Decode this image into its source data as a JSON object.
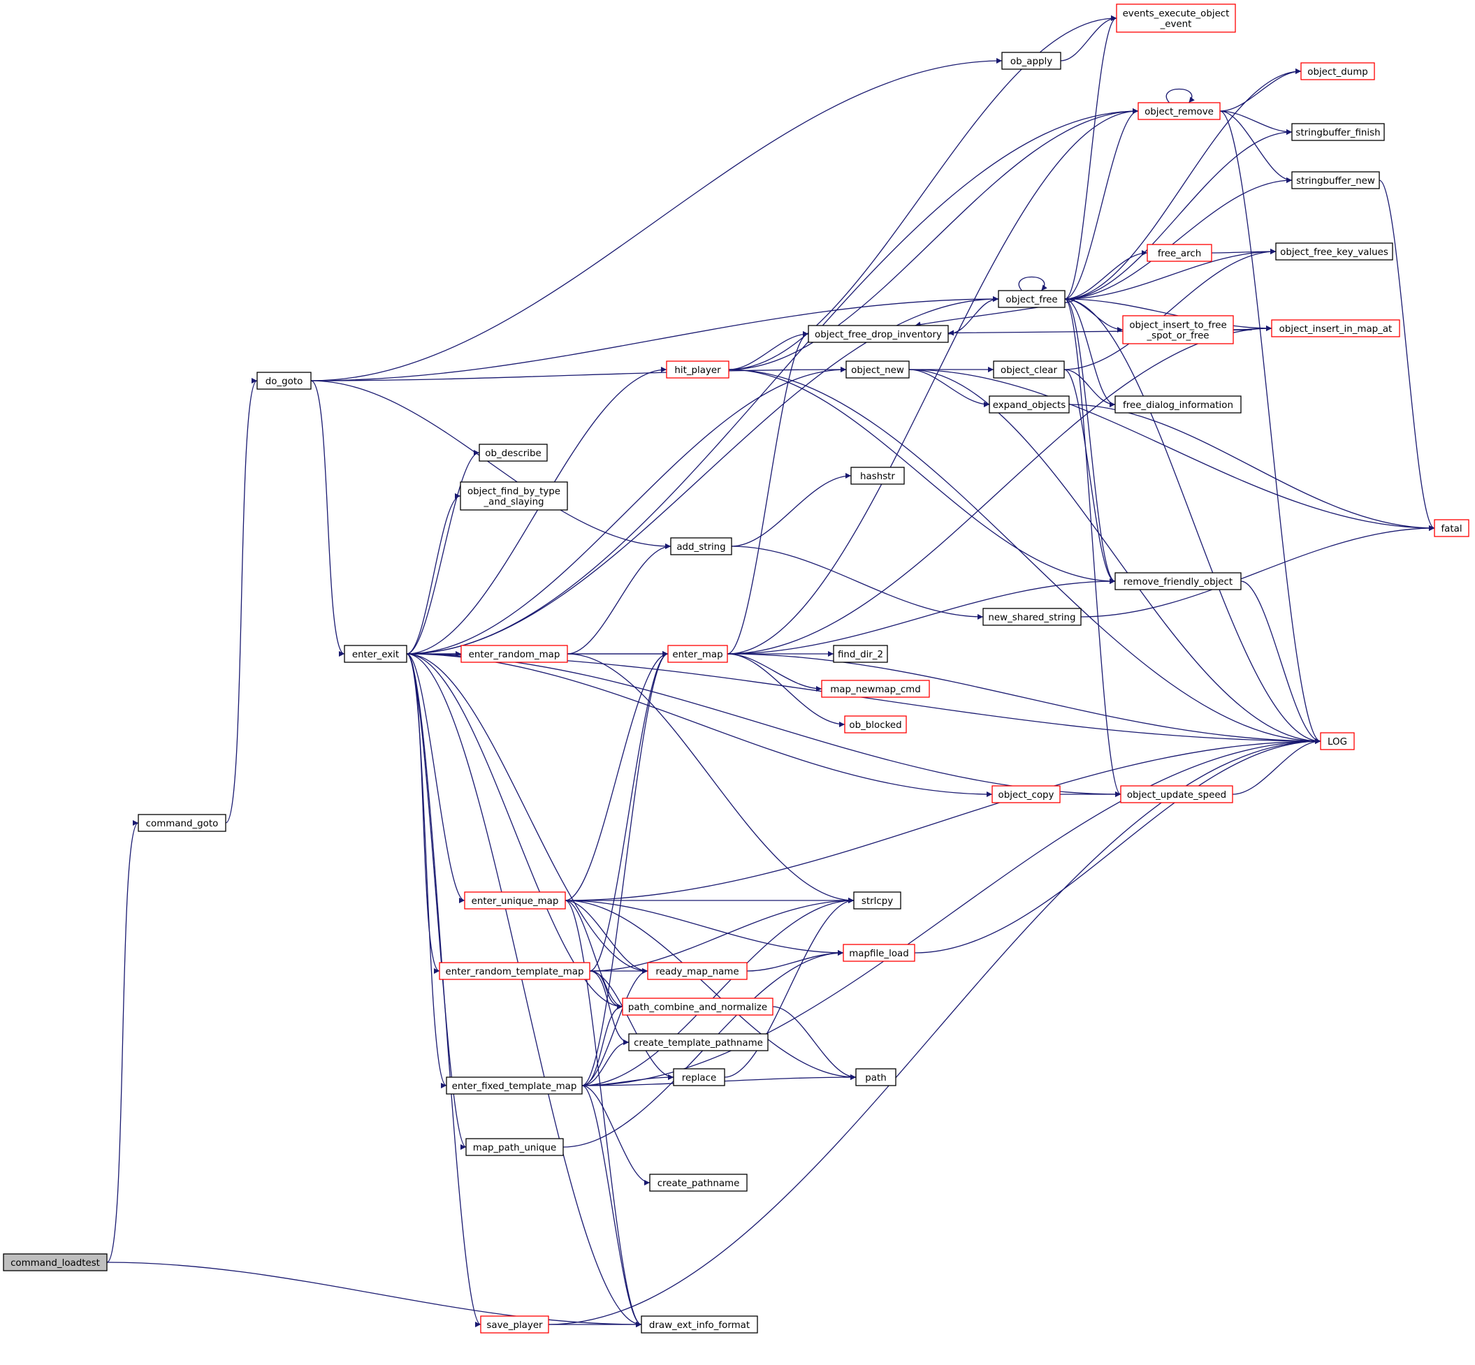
{
  "colors": {
    "edge": "#191970",
    "node_border_normal": "#000000",
    "node_border_truncated": "#ff0000",
    "root_fill": "#bfbfbf"
  },
  "nodes": [
    {
      "id": "command_loadtest",
      "lines": [
        "command_loadtest"
      ],
      "style": "root"
    },
    {
      "id": "command_goto",
      "lines": [
        "command_goto"
      ],
      "style": "black"
    },
    {
      "id": "do_goto",
      "lines": [
        "do_goto"
      ],
      "style": "black"
    },
    {
      "id": "enter_exit",
      "lines": [
        "enter_exit"
      ],
      "style": "black"
    },
    {
      "id": "ob_apply",
      "lines": [
        "ob_apply"
      ],
      "style": "black"
    },
    {
      "id": "events_execute_object_event",
      "lines": [
        "events_execute_object",
        "_event"
      ],
      "style": "red"
    },
    {
      "id": "object_dump",
      "lines": [
        "object_dump"
      ],
      "style": "red"
    },
    {
      "id": "object_remove",
      "lines": [
        "object_remove"
      ],
      "style": "red"
    },
    {
      "id": "stringbuffer_finish",
      "lines": [
        "stringbuffer_finish"
      ],
      "style": "black"
    },
    {
      "id": "stringbuffer_new",
      "lines": [
        "stringbuffer_new"
      ],
      "style": "black"
    },
    {
      "id": "free_arch",
      "lines": [
        "free_arch"
      ],
      "style": "red"
    },
    {
      "id": "object_free_key_values",
      "lines": [
        "object_free_key_values"
      ],
      "style": "black"
    },
    {
      "id": "object_free",
      "lines": [
        "object_free"
      ],
      "style": "black"
    },
    {
      "id": "object_free_drop_inventory",
      "lines": [
        "object_free_drop_inventory"
      ],
      "style": "black"
    },
    {
      "id": "object_insert_to_free_spot_or_free",
      "lines": [
        "object_insert_to_free",
        "_spot_or_free"
      ],
      "style": "red"
    },
    {
      "id": "object_insert_in_map_at",
      "lines": [
        "object_insert_in_map_at"
      ],
      "style": "red"
    },
    {
      "id": "hit_player",
      "lines": [
        "hit_player"
      ],
      "style": "red"
    },
    {
      "id": "object_new",
      "lines": [
        "object_new"
      ],
      "style": "black"
    },
    {
      "id": "object_clear",
      "lines": [
        "object_clear"
      ],
      "style": "black"
    },
    {
      "id": "free_dialog_information",
      "lines": [
        "free_dialog_information"
      ],
      "style": "black"
    },
    {
      "id": "expand_objects",
      "lines": [
        "expand_objects"
      ],
      "style": "black"
    },
    {
      "id": "ob_describe",
      "lines": [
        "ob_describe"
      ],
      "style": "black"
    },
    {
      "id": "object_find_by_type_and_slaying",
      "lines": [
        "object_find_by_type",
        "_and_slaying"
      ],
      "style": "black"
    },
    {
      "id": "hashstr",
      "lines": [
        "hashstr"
      ],
      "style": "black"
    },
    {
      "id": "add_string",
      "lines": [
        "add_string"
      ],
      "style": "black"
    },
    {
      "id": "fatal",
      "lines": [
        "fatal"
      ],
      "style": "red"
    },
    {
      "id": "remove_friendly_object",
      "lines": [
        "remove_friendly_object"
      ],
      "style": "black"
    },
    {
      "id": "new_shared_string",
      "lines": [
        "new_shared_string"
      ],
      "style": "black"
    },
    {
      "id": "enter_random_map",
      "lines": [
        "enter_random_map"
      ],
      "style": "red"
    },
    {
      "id": "enter_map",
      "lines": [
        "enter_map"
      ],
      "style": "red"
    },
    {
      "id": "find_dir_2",
      "lines": [
        "find_dir_2"
      ],
      "style": "black"
    },
    {
      "id": "map_newmap_cmd",
      "lines": [
        "map_newmap_cmd"
      ],
      "style": "red"
    },
    {
      "id": "ob_blocked",
      "lines": [
        "ob_blocked"
      ],
      "style": "red"
    },
    {
      "id": "LOG",
      "lines": [
        "LOG"
      ],
      "style": "red"
    },
    {
      "id": "object_copy",
      "lines": [
        "object_copy"
      ],
      "style": "red"
    },
    {
      "id": "object_update_speed",
      "lines": [
        "object_update_speed"
      ],
      "style": "red"
    },
    {
      "id": "enter_unique_map",
      "lines": [
        "enter_unique_map"
      ],
      "style": "red"
    },
    {
      "id": "strlcpy",
      "lines": [
        "strlcpy"
      ],
      "style": "black"
    },
    {
      "id": "mapfile_load",
      "lines": [
        "mapfile_load"
      ],
      "style": "red"
    },
    {
      "id": "enter_random_template_map",
      "lines": [
        "enter_random_template_map"
      ],
      "style": "red"
    },
    {
      "id": "ready_map_name",
      "lines": [
        "ready_map_name"
      ],
      "style": "red"
    },
    {
      "id": "path_combine_and_normalize",
      "lines": [
        "path_combine_and_normalize"
      ],
      "style": "red"
    },
    {
      "id": "create_template_pathname",
      "lines": [
        "create_template_pathname"
      ],
      "style": "black"
    },
    {
      "id": "enter_fixed_template_map",
      "lines": [
        "enter_fixed_template_map"
      ],
      "style": "black"
    },
    {
      "id": "replace",
      "lines": [
        "replace"
      ],
      "style": "black"
    },
    {
      "id": "path",
      "lines": [
        "path"
      ],
      "style": "black"
    },
    {
      "id": "map_path_unique",
      "lines": [
        "map_path_unique"
      ],
      "style": "black"
    },
    {
      "id": "create_pathname",
      "lines": [
        "create_pathname"
      ],
      "style": "black"
    },
    {
      "id": "save_player",
      "lines": [
        "save_player"
      ],
      "style": "red"
    },
    {
      "id": "draw_ext_info_format",
      "lines": [
        "draw_ext_info_format"
      ],
      "style": "black"
    }
  ],
  "edges": [
    [
      "command_loadtest",
      "command_goto"
    ],
    [
      "command_loadtest",
      "draw_ext_info_format"
    ],
    [
      "command_goto",
      "do_goto"
    ],
    [
      "do_goto",
      "ob_apply"
    ],
    [
      "do_goto",
      "object_free"
    ],
    [
      "do_goto",
      "object_new"
    ],
    [
      "do_goto",
      "add_string"
    ],
    [
      "do_goto",
      "enter_exit"
    ],
    [
      "ob_apply",
      "events_execute_object_event"
    ],
    [
      "enter_exit",
      "object_remove"
    ],
    [
      "enter_exit",
      "object_free"
    ],
    [
      "enter_exit",
      "hit_player"
    ],
    [
      "enter_exit",
      "object_new"
    ],
    [
      "enter_exit",
      "ob_describe"
    ],
    [
      "enter_exit",
      "object_find_by_type_and_slaying"
    ],
    [
      "enter_exit",
      "enter_random_map"
    ],
    [
      "enter_exit",
      "enter_map"
    ],
    [
      "enter_exit",
      "LOG"
    ],
    [
      "enter_exit",
      "object_copy"
    ],
    [
      "enter_exit",
      "object_update_speed"
    ],
    [
      "enter_exit",
      "enter_unique_map"
    ],
    [
      "enter_exit",
      "enter_random_template_map"
    ],
    [
      "enter_exit",
      "ready_map_name"
    ],
    [
      "enter_exit",
      "path_combine_and_normalize"
    ],
    [
      "enter_exit",
      "enter_fixed_template_map"
    ],
    [
      "enter_exit",
      "map_path_unique"
    ],
    [
      "enter_exit",
      "save_player"
    ],
    [
      "enter_exit",
      "draw_ext_info_format"
    ],
    [
      "object_remove",
      "object_remove"
    ],
    [
      "object_remove",
      "object_dump"
    ],
    [
      "object_remove",
      "stringbuffer_finish"
    ],
    [
      "object_remove",
      "stringbuffer_new"
    ],
    [
      "object_remove",
      "LOG"
    ],
    [
      "stringbuffer_new",
      "fatal"
    ],
    [
      "free_arch",
      "object_free_key_values"
    ],
    [
      "object_free",
      "object_free"
    ],
    [
      "object_free",
      "events_execute_object_event"
    ],
    [
      "object_free",
      "object_dump"
    ],
    [
      "object_free",
      "object_remove"
    ],
    [
      "object_free",
      "stringbuffer_finish"
    ],
    [
      "object_free",
      "stringbuffer_new"
    ],
    [
      "object_free",
      "free_arch"
    ],
    [
      "object_free",
      "object_free_key_values"
    ],
    [
      "object_free",
      "object_free_drop_inventory"
    ],
    [
      "object_free",
      "object_insert_to_free_spot_or_free"
    ],
    [
      "object_free",
      "object_insert_in_map_at"
    ],
    [
      "object_free",
      "free_dialog_information"
    ],
    [
      "object_free",
      "remove_friendly_object"
    ],
    [
      "object_free",
      "object_update_speed"
    ],
    [
      "object_free",
      "LOG"
    ],
    [
      "object_free_drop_inventory",
      "object_free"
    ],
    [
      "object_insert_to_free_spot_or_free",
      "object_free_drop_inventory"
    ],
    [
      "object_insert_to_free_spot_or_free",
      "object_insert_in_map_at"
    ],
    [
      "hit_player",
      "events_execute_object_event"
    ],
    [
      "hit_player",
      "object_remove"
    ],
    [
      "hit_player",
      "object_free_drop_inventory"
    ],
    [
      "hit_player",
      "remove_friendly_object"
    ],
    [
      "hit_player",
      "LOG"
    ],
    [
      "object_new",
      "object_clear"
    ],
    [
      "object_new",
      "expand_objects"
    ],
    [
      "object_new",
      "fatal"
    ],
    [
      "object_new",
      "LOG"
    ],
    [
      "object_clear",
      "free_dialog_information"
    ],
    [
      "object_clear",
      "object_free_key_values"
    ],
    [
      "object_clear",
      "remove_friendly_object"
    ],
    [
      "expand_objects",
      "fatal"
    ],
    [
      "add_string",
      "hashstr"
    ],
    [
      "add_string",
      "new_shared_string"
    ],
    [
      "new_shared_string",
      "fatal"
    ],
    [
      "remove_friendly_object",
      "LOG"
    ],
    [
      "enter_random_map",
      "add_string"
    ],
    [
      "enter_random_map",
      "enter_map"
    ],
    [
      "enter_random_map",
      "strlcpy"
    ],
    [
      "enter_map",
      "object_remove"
    ],
    [
      "enter_map",
      "object_free_drop_inventory"
    ],
    [
      "enter_map",
      "object_insert_in_map_at"
    ],
    [
      "enter_map",
      "remove_friendly_object"
    ],
    [
      "enter_map",
      "find_dir_2"
    ],
    [
      "enter_map",
      "map_newmap_cmd"
    ],
    [
      "enter_map",
      "ob_blocked"
    ],
    [
      "enter_map",
      "LOG"
    ],
    [
      "object_copy",
      "object_update_speed"
    ],
    [
      "object_update_speed",
      "LOG"
    ],
    [
      "enter_unique_map",
      "enter_map"
    ],
    [
      "enter_unique_map",
      "strlcpy"
    ],
    [
      "enter_unique_map",
      "LOG"
    ],
    [
      "enter_unique_map",
      "mapfile_load"
    ],
    [
      "enter_unique_map",
      "ready_map_name"
    ],
    [
      "enter_unique_map",
      "path_combine_and_normalize"
    ],
    [
      "enter_unique_map",
      "path"
    ],
    [
      "enter_unique_map",
      "draw_ext_info_format"
    ],
    [
      "mapfile_load",
      "LOG"
    ],
    [
      "enter_random_template_map",
      "enter_map"
    ],
    [
      "enter_random_template_map",
      "strlcpy"
    ],
    [
      "enter_random_template_map",
      "ready_map_name"
    ],
    [
      "enter_random_template_map",
      "path_combine_and_normalize"
    ],
    [
      "enter_random_template_map",
      "create_template_pathname"
    ],
    [
      "enter_random_template_map",
      "replace"
    ],
    [
      "ready_map_name",
      "mapfile_load"
    ],
    [
      "path_combine_and_normalize",
      "path"
    ],
    [
      "enter_fixed_template_map",
      "enter_map"
    ],
    [
      "enter_fixed_template_map",
      "ready_map_name"
    ],
    [
      "enter_fixed_template_map",
      "path_combine_and_normalize"
    ],
    [
      "enter_fixed_template_map",
      "create_template_pathname"
    ],
    [
      "enter_fixed_template_map",
      "replace"
    ],
    [
      "enter_fixed_template_map",
      "strlcpy"
    ],
    [
      "enter_fixed_template_map",
      "path"
    ],
    [
      "enter_fixed_template_map",
      "create_pathname"
    ],
    [
      "enter_fixed_template_map",
      "LOG"
    ],
    [
      "enter_fixed_template_map",
      "draw_ext_info_format"
    ],
    [
      "replace",
      "strlcpy"
    ],
    [
      "map_path_unique",
      "mapfile_load"
    ],
    [
      "save_player",
      "draw_ext_info_format"
    ],
    [
      "save_player",
      "LOG"
    ]
  ]
}
